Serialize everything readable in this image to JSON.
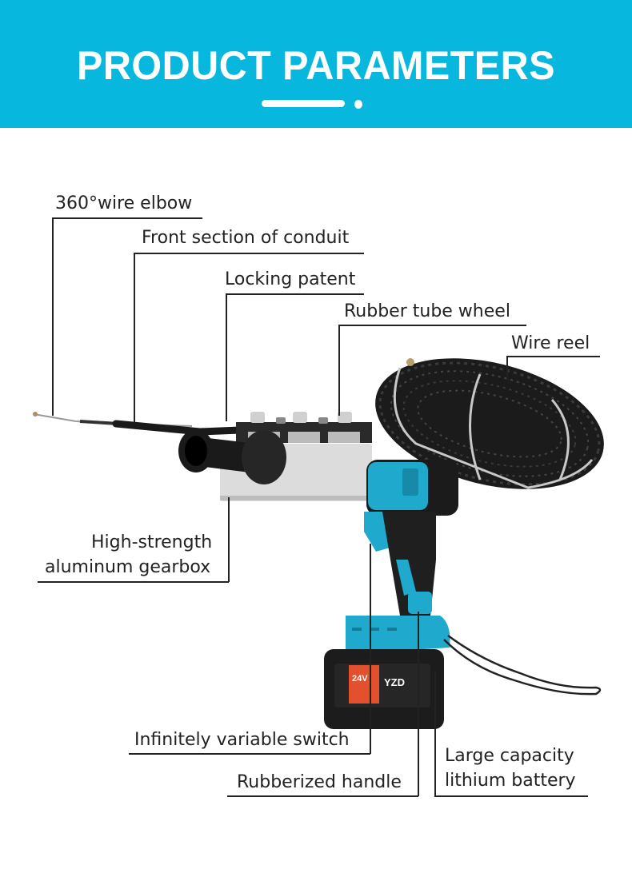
{
  "banner": {
    "title": "PRODUCT PARAMETERS",
    "background_color": "#08B7DD"
  },
  "product": {
    "battery_label": "24V",
    "brand_mark": "YZD",
    "colors": {
      "body": "#1FA9CC",
      "grip": "#222222",
      "gearbox": "#D9D9D9",
      "reel": "#1A1A1A"
    }
  },
  "callouts": [
    {
      "id": "wire-elbow",
      "label": "360°wire elbow"
    },
    {
      "id": "front-conduit",
      "label": "Front section of conduit"
    },
    {
      "id": "locking-patent",
      "label": "Locking patent"
    },
    {
      "id": "rubber-tube-wheel",
      "label": "Rubber tube wheel"
    },
    {
      "id": "wire-reel",
      "label": "Wire reel"
    },
    {
      "id": "gearbox",
      "label_line1": "High-strength",
      "label_line2": "aluminum gearbox"
    },
    {
      "id": "switch",
      "label": "Infinitely variable switch"
    },
    {
      "id": "handle",
      "label": "Rubberized handle"
    },
    {
      "id": "battery",
      "label_line1": "Large capacity",
      "label_line2": "lithium battery"
    }
  ]
}
